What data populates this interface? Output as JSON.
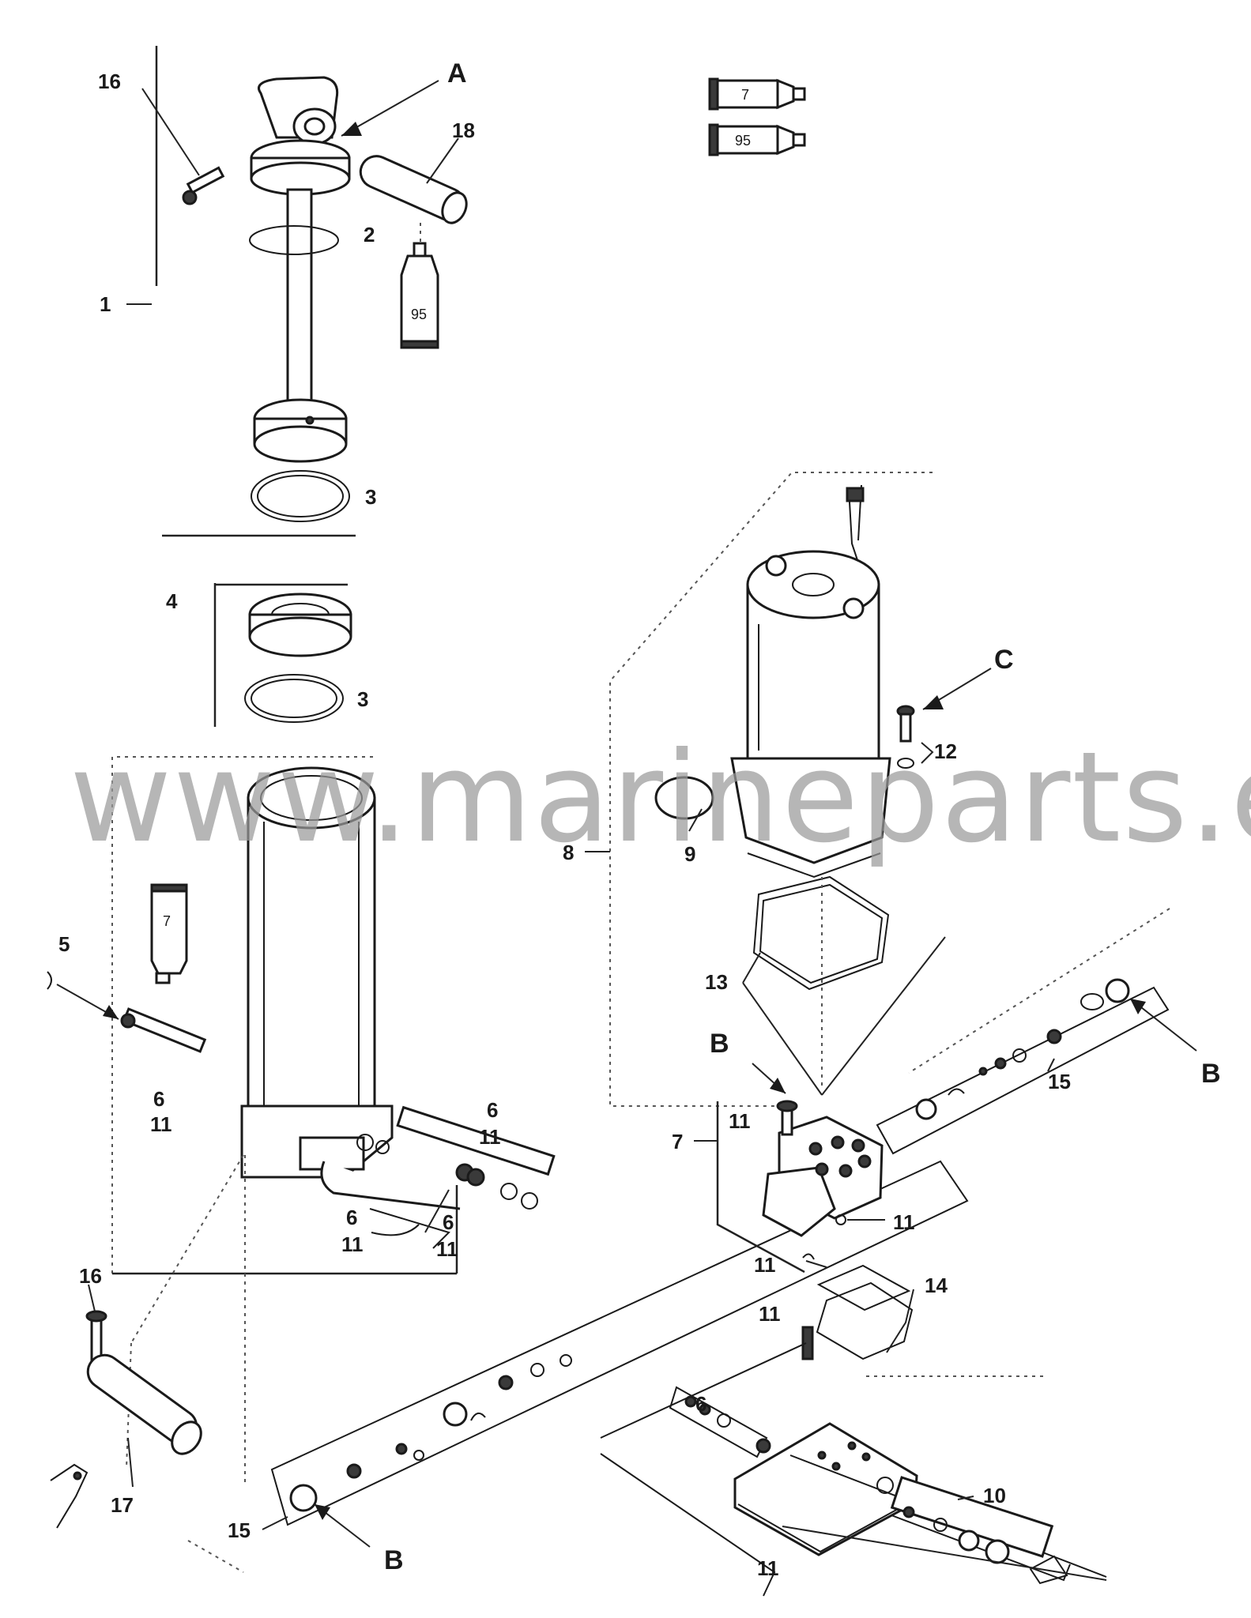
{
  "watermark": "www.marineparts.eu",
  "callouts": {
    "A": "A",
    "B_left": "B",
    "B_mid": "B",
    "B_right": "B",
    "C": "C"
  },
  "part_labels": {
    "p1": "1",
    "p2": "2",
    "p3_top": "3",
    "p3_mid": "3",
    "p4": "4",
    "p5": "5",
    "p6_a": "6",
    "p11_a": "11",
    "p6_b": "6",
    "p11_b": "11",
    "p6_c": "6",
    "p11_c": "11",
    "p6_d": "6",
    "p11_d": "11",
    "p6_e": "6",
    "p7": "7",
    "p8": "8",
    "p9": "9",
    "p10": "10",
    "p11_e": "11",
    "p11_f": "11",
    "p11_g": "11",
    "p11_h": "11",
    "p11_i": "11",
    "p12": "12",
    "p13": "13",
    "p14": "14",
    "p15_left": "15",
    "p15_right": "15",
    "p16_top": "16",
    "p16_bottom": "16",
    "p17": "17",
    "p18": "18"
  },
  "tubes": {
    "t7_top": "7",
    "t95_top": "95",
    "t95_vertical": "95",
    "t7_vertical": "7"
  },
  "icons": [
    "trim-ram-icon",
    "pump-motor-icon",
    "valve-body-icon",
    "reservoir-icon",
    "pivot-pin-icon",
    "lubricant-tube-icon"
  ]
}
